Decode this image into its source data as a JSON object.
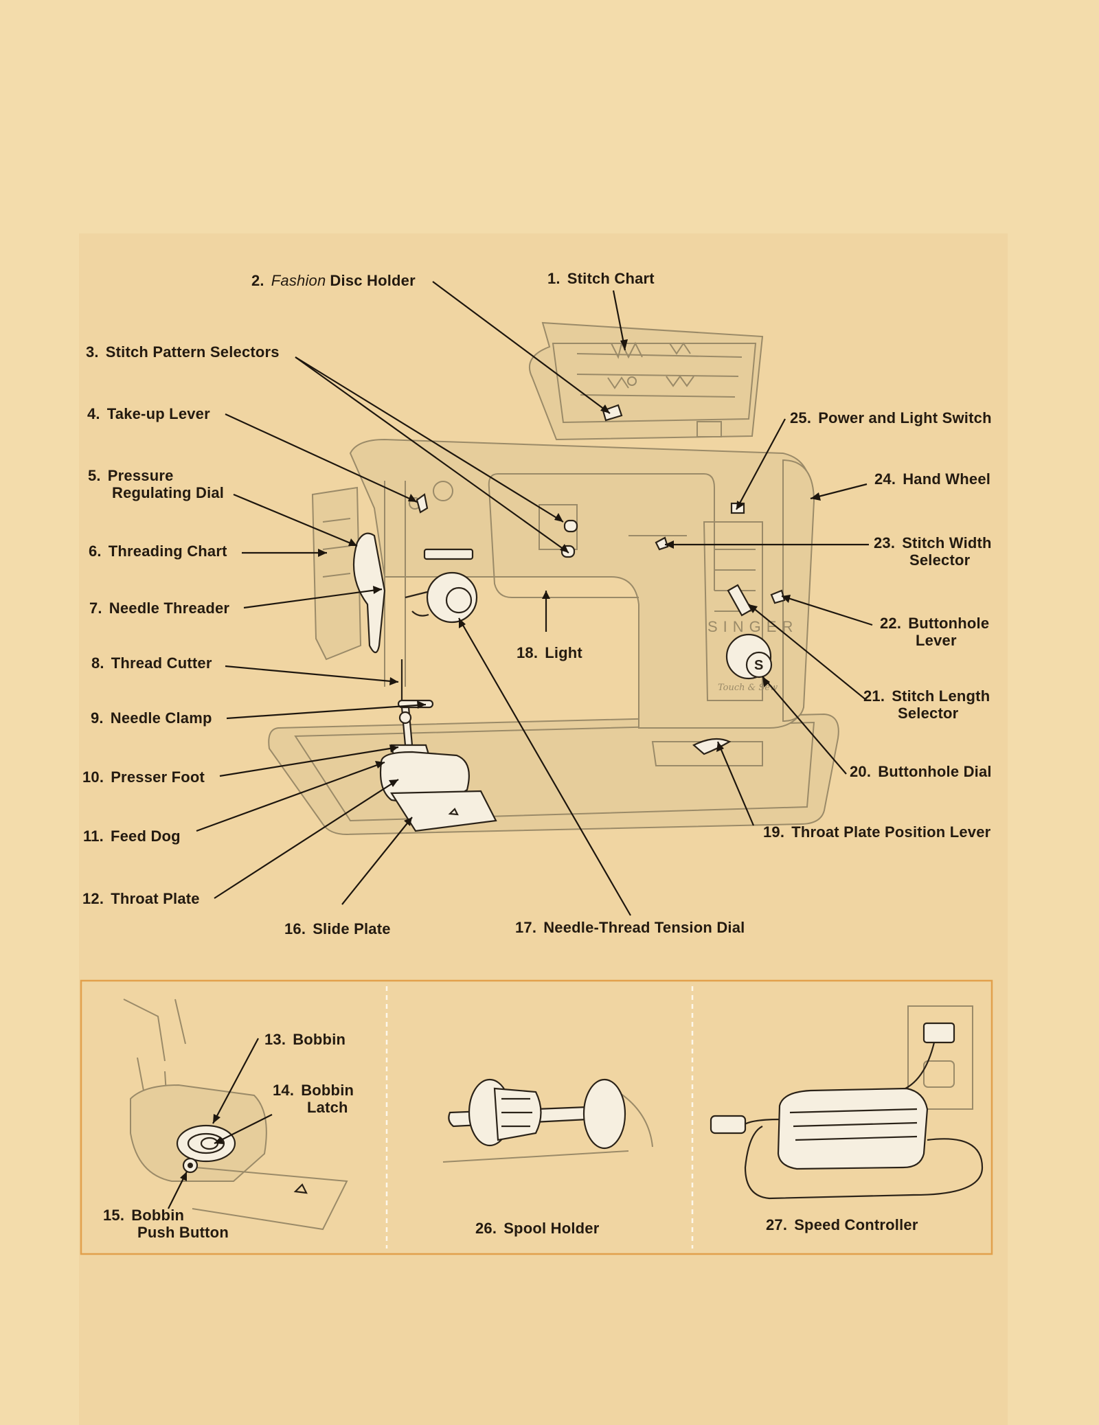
{
  "parts": [
    {
      "n": "1.",
      "name": "Stitch Chart"
    },
    {
      "n": "2.",
      "name_italic": "Fashion",
      "name": "Disc Holder"
    },
    {
      "n": "3.",
      "name": "Stitch Pattern Selectors"
    },
    {
      "n": "4.",
      "name": "Take-up Lever"
    },
    {
      "n": "5.",
      "name": "Pressure",
      "name2": "Regulating Dial"
    },
    {
      "n": "6.",
      "name": "Threading Chart"
    },
    {
      "n": "7.",
      "name": "Needle Threader"
    },
    {
      "n": "8.",
      "name": "Thread Cutter"
    },
    {
      "n": "9.",
      "name": "Needle Clamp"
    },
    {
      "n": "10.",
      "name": "Presser Foot"
    },
    {
      "n": "11.",
      "name": "Feed Dog"
    },
    {
      "n": "12.",
      "name": "Throat Plate"
    },
    {
      "n": "13.",
      "name": "Bobbin"
    },
    {
      "n": "14.",
      "name": "Bobbin",
      "name2": "Latch"
    },
    {
      "n": "15.",
      "name": "Bobbin",
      "name2": "Push Button"
    },
    {
      "n": "16.",
      "name": "Slide Plate"
    },
    {
      "n": "17.",
      "name": "Needle-Thread Tension Dial"
    },
    {
      "n": "18.",
      "name": "Light"
    },
    {
      "n": "19.",
      "name": "Throat Plate Position Lever"
    },
    {
      "n": "20.",
      "name": "Buttonhole Dial"
    },
    {
      "n": "21.",
      "name": "Stitch Length",
      "name2": "Selector"
    },
    {
      "n": "22.",
      "name": "Buttonhole",
      "name2": "Lever"
    },
    {
      "n": "23.",
      "name": "Stitch Width",
      "name2": "Selector"
    },
    {
      "n": "24.",
      "name": "Hand Wheel"
    },
    {
      "n": "25.",
      "name": "Power and Light Switch"
    },
    {
      "n": "26.",
      "name": "Spool Holder"
    },
    {
      "n": "27.",
      "name": "Speed Controller"
    }
  ],
  "machine": {
    "brand": "SINGER",
    "badge": "S",
    "script": "Touch & Sew"
  },
  "colors": {
    "background": "#f3dcab",
    "paper": "#f0d5a2",
    "inset_border": "#e2a04c",
    "leader": "#1d160e",
    "artwork": "#9a8a68"
  }
}
